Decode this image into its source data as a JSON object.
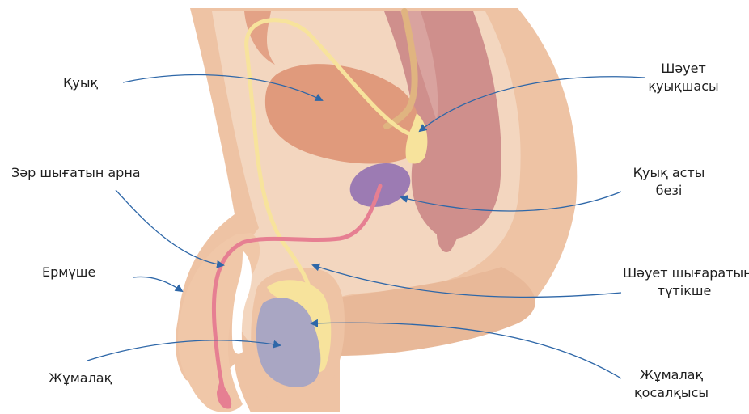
{
  "labels": {
    "bladder": "Қуық",
    "urethra": "Зәр шығатын арна",
    "penis": "Ермүше",
    "testis": "Жұмалақ",
    "seminal_vesicle": [
      "Шәует",
      "қуықшасы"
    ],
    "prostate": [
      "Қуық асты",
      "безі"
    ],
    "vas_deferens": [
      "Шәует шығаратын",
      "түтікше"
    ],
    "epididymis": [
      "Жұмалақ",
      "қосалқысы"
    ]
  },
  "colors": {
    "skin_outer": "#eec3a4",
    "skin_inner": "#f3d6bf",
    "bladder": "#e09a7c",
    "rectum": "#cf8f8c",
    "prostate": "#9c7bb3",
    "duct": "#f7e39c",
    "urethra": "#e67f92",
    "testis": "#a9a6c3",
    "arrow": "#2e67a8"
  }
}
